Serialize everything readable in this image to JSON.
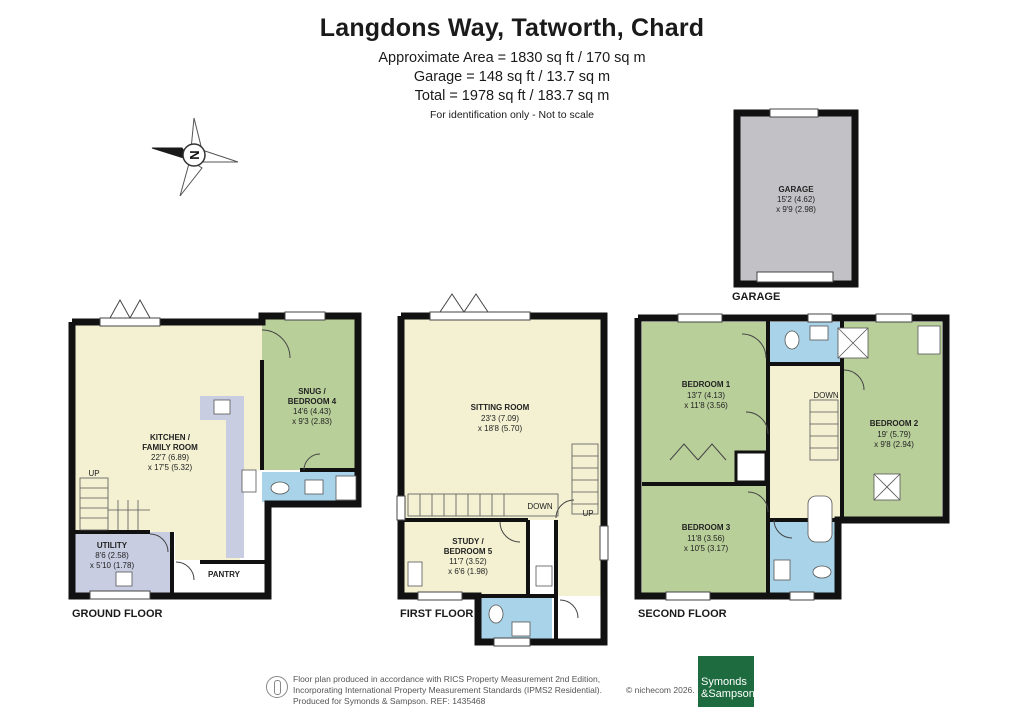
{
  "header": {
    "title": "Langdons Way, Tatworth, Chard",
    "area_main": "Approximate Area = 1830 sq ft / 170 sq m",
    "area_garage": "Garage = 148 sq ft / 13.7 sq m",
    "area_total": "Total = 1978 sq ft / 183.7 sq m",
    "disclaimer": "For identification only - Not to scale"
  },
  "compass": {
    "letter": "N",
    "icon": "compass-rose-icon"
  },
  "floors": {
    "ground": {
      "label": "GROUND FLOOR",
      "rooms": {
        "kitchen": {
          "name1": "KITCHEN /",
          "name2": "FAMILY ROOM",
          "dim1": "22'7 (6.89)",
          "dim2": "x 17'5 (5.32)"
        },
        "snug": {
          "name1": "SNUG /",
          "name2": "BEDROOM 4",
          "dim1": "14'6 (4.43)",
          "dim2": "x 9'3 (2.83)"
        },
        "utility": {
          "name": "UTILITY",
          "dim1": "8'6 (2.58)",
          "dim2": "x 5'10 (1.78)"
        },
        "pantry": {
          "name": "PANTRY"
        },
        "stairs_up": "UP"
      }
    },
    "first": {
      "label": "FIRST FLOOR",
      "rooms": {
        "sitting": {
          "name": "SITTING ROOM",
          "dim1": "23'3 (7.09)",
          "dim2": "x 18'8 (5.70)"
        },
        "study": {
          "name1": "STUDY /",
          "name2": "BEDROOM 5",
          "dim1": "11'7 (3.52)",
          "dim2": "x 6'6 (1.98)"
        },
        "stairs_down": "DOWN",
        "stairs_up": "UP"
      }
    },
    "second": {
      "label": "SECOND FLOOR",
      "rooms": {
        "bed1": {
          "name": "BEDROOM 1",
          "dim1": "13'7 (4.13)",
          "dim2": "x 11'8 (3.56)"
        },
        "bed2": {
          "name": "BEDROOM 2",
          "dim1": "19' (5.79)",
          "dim2": "x 9'8 (2.94)"
        },
        "bed3": {
          "name": "BEDROOM 3",
          "dim1": "11'8 (3.56)",
          "dim2": "x 10'5 (3.17)"
        },
        "stairs_down": "DOWN"
      }
    },
    "garage": {
      "label": "GARAGE",
      "rooms": {
        "garage": {
          "name": "GARAGE",
          "dim1": "15'2 (4.62)",
          "dim2": "x 9'9 (2.98)"
        }
      }
    }
  },
  "colors": {
    "green_room": "#b9cf9a",
    "yellow_room": "#f3f1d2",
    "blue_room": "#a9d3e8",
    "lilac_room": "#c9cde2",
    "grey_room": "#c2c2c6",
    "wall": "#111111",
    "logo": "#1d6b3f"
  },
  "footer": {
    "line1": "Floor plan produced in accordance with RICS Property Measurement 2nd Edition,",
    "line2": "Incorporating International Property Measurement Standards (IPMS2 Residential).",
    "line3": "Produced for Symonds & Sampson.    REF: 1435468",
    "copyright": "© nichecom 2026.",
    "logo_line1": "Symonds",
    "logo_line2": "&Sampson"
  }
}
